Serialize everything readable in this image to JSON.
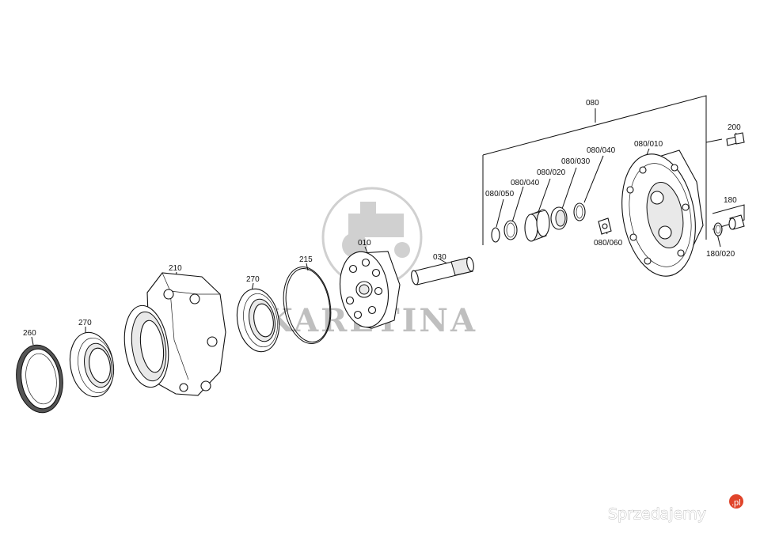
{
  "watermark": {
    "text": "KARETINA",
    "icon": "tractor-icon"
  },
  "brand": {
    "text": "Sprzedajemy",
    "suffix": ".pl"
  },
  "labels": {
    "p260": "260",
    "p270a": "270",
    "p210": "210",
    "p270b": "270",
    "p215": "215",
    "p010": "010",
    "p030": "030",
    "p080": "080",
    "p080_050": "080/050",
    "p080_040a": "080/040",
    "p080_020": "080/020",
    "p080_030": "080/030",
    "p080_040b": "080/040",
    "p080_010": "080/010",
    "p080_060": "080/060",
    "p200": "200",
    "p180": "180",
    "p180_020": "180/020"
  },
  "colors": {
    "line": "#111111",
    "brand_accent": "#e0442a",
    "watermark": "#8a8a8a"
  }
}
